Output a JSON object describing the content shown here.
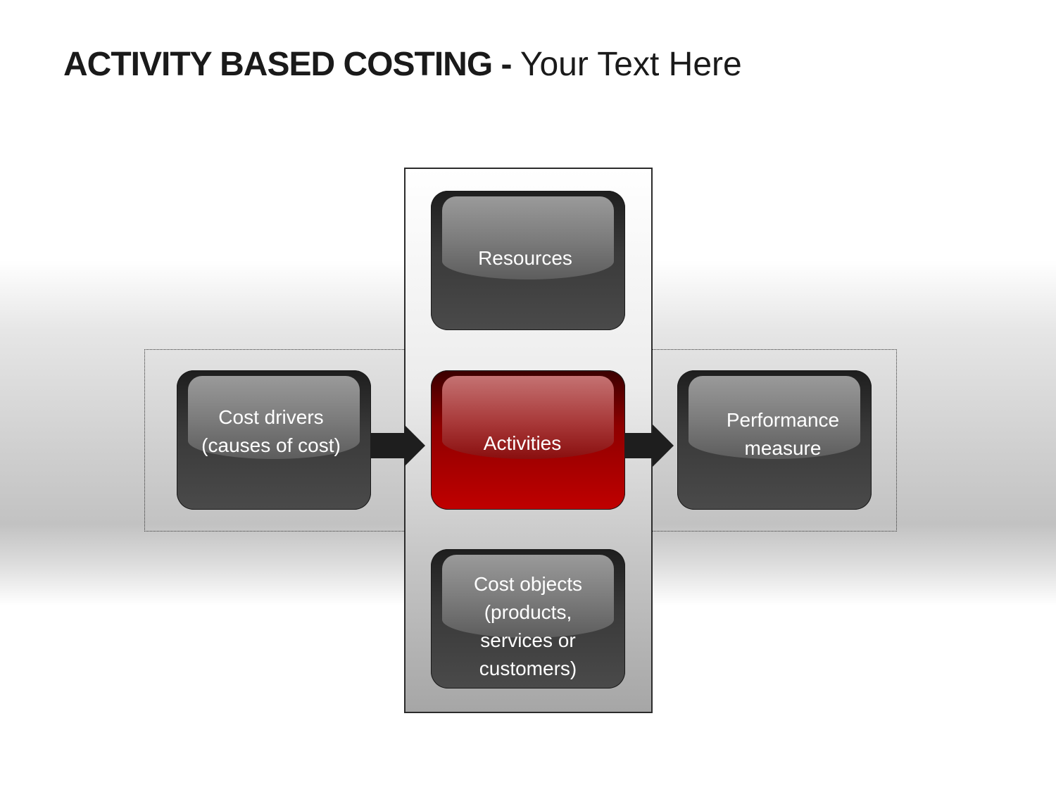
{
  "title": {
    "bold": "ACTIVITY BASED COSTING - ",
    "rest": "Your Text Here"
  },
  "diagram": {
    "resources": "Resources",
    "activities": "Activities",
    "cost_drivers": "Cost drivers\n(causes of cost)",
    "performance": "Performance\nmeasure",
    "cost_objects": "Cost objects\n(products,\nservices or\ncustomers)"
  },
  "colors": {
    "box_dark": "#3a3a3a",
    "box_accent": "#c00000",
    "text": "#ffffff"
  }
}
